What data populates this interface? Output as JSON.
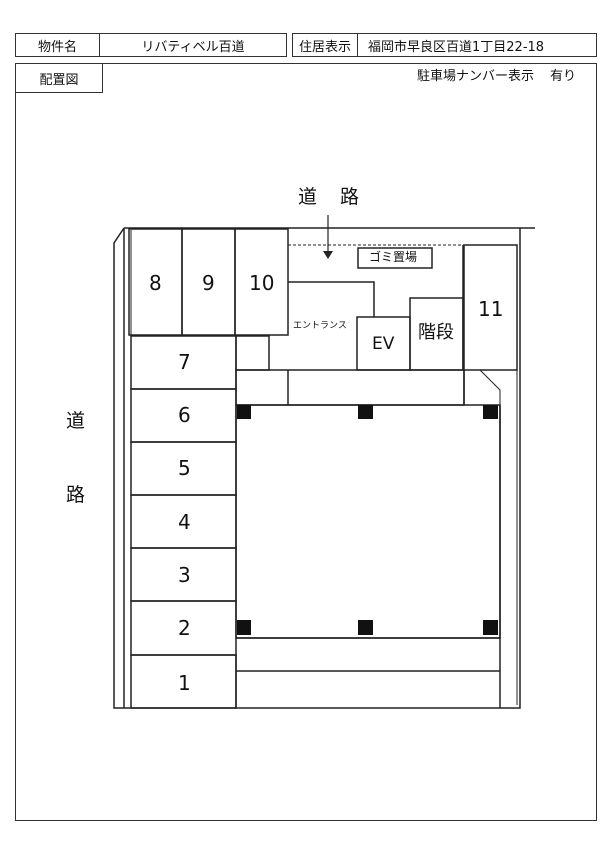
{
  "header": {
    "property_label": "物件名",
    "property_name": "リバティベル百道",
    "address_label": "住居表示",
    "address_value": "福岡市早良区百道1丁目22-18"
  },
  "layout_section": {
    "label": "配置図",
    "parking_number_label": "駐車場ナンバー表示",
    "parking_number_value": "有り"
  },
  "map": {
    "road_top": "道　路",
    "road_left_1": "道",
    "road_left_2": "路",
    "garbage": "ゴミ置場",
    "entrance": "エントランス",
    "elevator": "EV",
    "stairs": "階段",
    "parking_spaces": [
      "1",
      "2",
      "3",
      "4",
      "5",
      "6",
      "7",
      "8",
      "9",
      "10",
      "11"
    ]
  }
}
